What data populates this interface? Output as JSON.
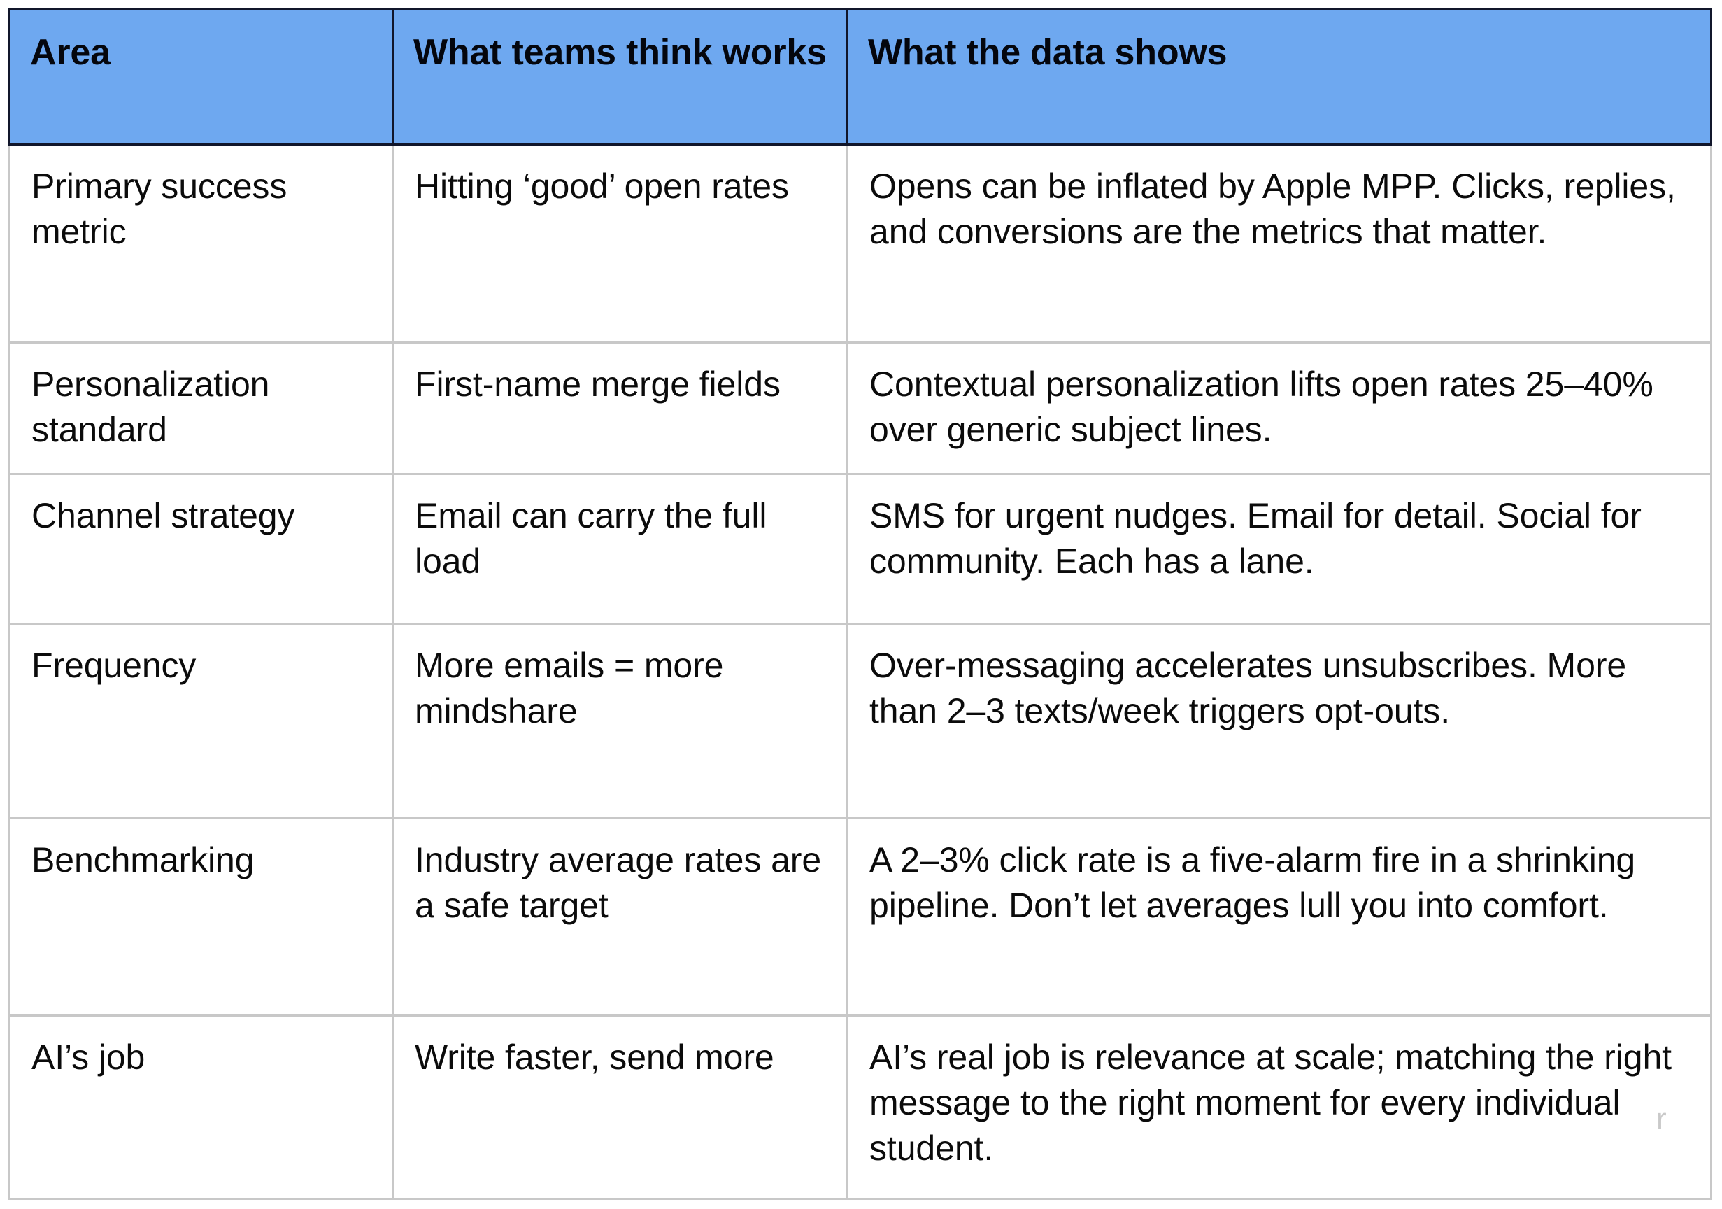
{
  "table": {
    "columns": [
      {
        "key": "area",
        "header": "Area"
      },
      {
        "key": "think",
        "header": "What teams think works"
      },
      {
        "key": "data",
        "header": "What the data shows"
      }
    ],
    "rows": [
      {
        "area": "Primary success metric",
        "think": "Hitting ‘good’ open rates",
        "data": "Opens can be inflated by Apple MPP. Clicks, replies, and conversions are the metrics that matter."
      },
      {
        "area": "Personalization standard",
        "think": "First-name merge fields",
        "data": "Contextual personalization lifts open rates 25–40% over generic subject lines."
      },
      {
        "area": "Channel strategy",
        "think": "Email can carry the full load",
        "data": "SMS for urgent nudges. Email for detail. Social for community. Each has a lane."
      },
      {
        "area": "Frequency",
        "think": "More emails = more mindshare",
        "data": "Over-messaging accelerates unsubscribes. More than 2–3 texts/week triggers opt-outs."
      },
      {
        "area": "Benchmarking",
        "think": "Industry average rates are a safe target",
        "data": "A 2–3% click rate is a five-alarm fire in a shrinking pipeline. Don’t let averages lull you into comfort."
      },
      {
        "area": "AI’s job",
        "think": "Write faster, send more",
        "data": "AI’s real job is relevance at scale; matching the right message to the right moment for every individual student."
      }
    ]
  },
  "watermark": {
    "text": "r"
  },
  "colors": {
    "header_background": "#6ea8f0",
    "header_border": "#11162b",
    "body_border": "#c8c8c8",
    "text": "#0b0b0b",
    "page_background": "#ffffff"
  }
}
